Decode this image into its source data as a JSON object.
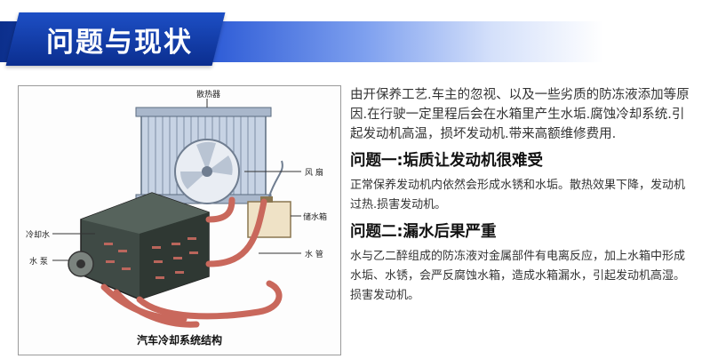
{
  "header": {
    "title": "问题与现状"
  },
  "figure": {
    "caption": "汽车冷却系统结构",
    "labels": {
      "radiator": "散热器",
      "fan": "风 扇",
      "reservoir": "储水箱",
      "coolant": "冷却水",
      "pump": "水 泵",
      "pipe": "水 管"
    }
  },
  "content": {
    "intro": "由开保养工艺.车主的忽视、以及一些劣质的防冻液添加等原因.在行驶一定里程后会在水箱里产生水垢.腐蚀冷却系统.引起发动机高温，损坏发动机.带来高额维修费用.",
    "problem1_title": "问题一:垢质让发动机很难受",
    "problem1_text": "正常保养发动机内依然会形成水锈和水垢。散热效果下降，发动机过热.损害发动机。",
    "problem2_title": "问题二:漏水后果严重",
    "problem2_text": "水与乙二醉组成的防冻液对金属部件有电离反应，加上水箱中形成水垢、水锈，会严反腐蚀水箱，造成水箱漏水，引起发动机高湿。损害发动机。"
  },
  "colors": {
    "brand_blue": "#0b2e8f",
    "pipe_red": "#c9685c"
  }
}
